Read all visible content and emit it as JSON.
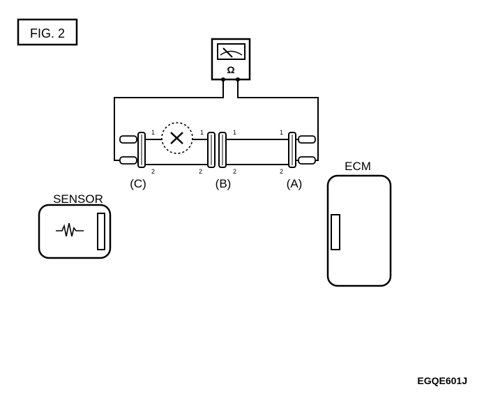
{
  "figure_label": "FIG. 2",
  "meter": {
    "symbol": "Ω"
  },
  "connectors": {
    "a": {
      "label": "(A)",
      "pin1": "1",
      "pin2": "2"
    },
    "b": {
      "label": "(B)",
      "pin1_left": "1",
      "pin1_right": "1",
      "pin2_left": "2",
      "pin2_right": "2"
    },
    "c": {
      "label": "(C)",
      "pin1": "1",
      "pin2": "2"
    }
  },
  "sensor": {
    "label": "SENSOR"
  },
  "ecm": {
    "label": "ECM"
  },
  "reference_code": "EGQE601J",
  "colors": {
    "line": "#000000",
    "background": "#ffffff"
  }
}
